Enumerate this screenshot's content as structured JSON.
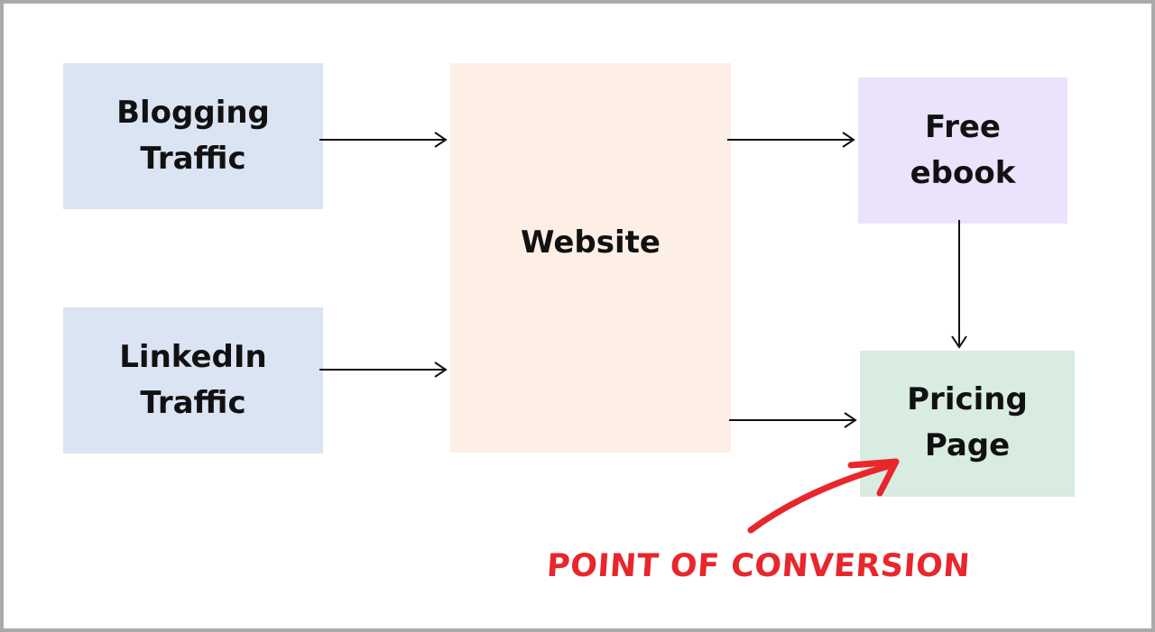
{
  "nodes": {
    "blogging": {
      "line1": "Blogging",
      "line2": "Traffic"
    },
    "linkedin": {
      "line1": "LinkedIn",
      "line2": "Traffic"
    },
    "website": {
      "label": "Website"
    },
    "ebook": {
      "line1": "Free",
      "line2": "ebook"
    },
    "pricing": {
      "line1": "Pricing",
      "line2": "Page"
    }
  },
  "annotation": {
    "label": "POINT OF CONVERSION"
  },
  "colors": {
    "source_node": "#dbe4f3",
    "website_node": "#fdeee6",
    "ebook_node": "#ebe2fb",
    "pricing_node": "#d9ece1",
    "arrow": "#111111",
    "annotation": "#e8262c",
    "frame_border": "#aaaaaa"
  }
}
